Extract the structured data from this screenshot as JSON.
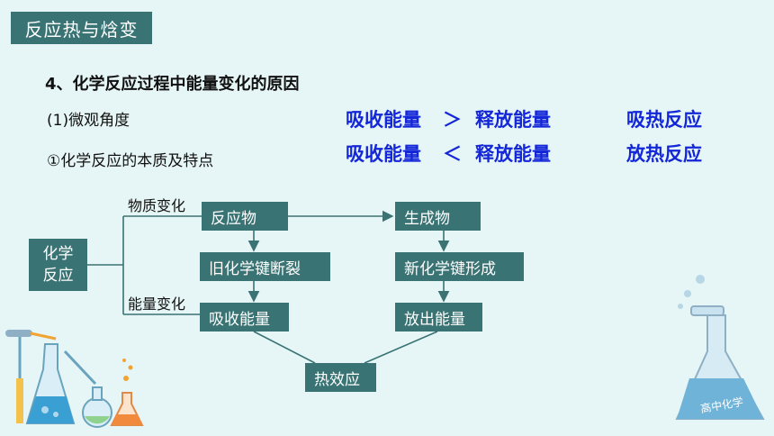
{
  "header": {
    "title": "反应热与焓变"
  },
  "content": {
    "heading": "4、化学反应过程中能量变化的原因",
    "sub1": "(1)微观角度",
    "sub2": "①化学反应的本质及特点",
    "compare": [
      {
        "left": "吸收能量",
        "op": "＞",
        "right": "释放能量",
        "result": "吸热反应"
      },
      {
        "left": "吸收能量",
        "op": "＜",
        "right": "释放能量",
        "result": "放热反应"
      }
    ]
  },
  "diagram": {
    "root_line1": "化学",
    "root_line2": "反应",
    "branch_material": "物质变化",
    "branch_energy": "能量变化",
    "reactant": "反应物",
    "product": "生成物",
    "old_bond": "旧化学键断裂",
    "new_bond": "新化学键形成",
    "absorb": "吸收能量",
    "release": "放出能量",
    "heat_effect": "热效应"
  },
  "decor": {
    "flask_text": "高中化学"
  },
  "colors": {
    "box": "#3a7374",
    "accent_blue": "#1326d8",
    "background": "#e6f5f5"
  }
}
